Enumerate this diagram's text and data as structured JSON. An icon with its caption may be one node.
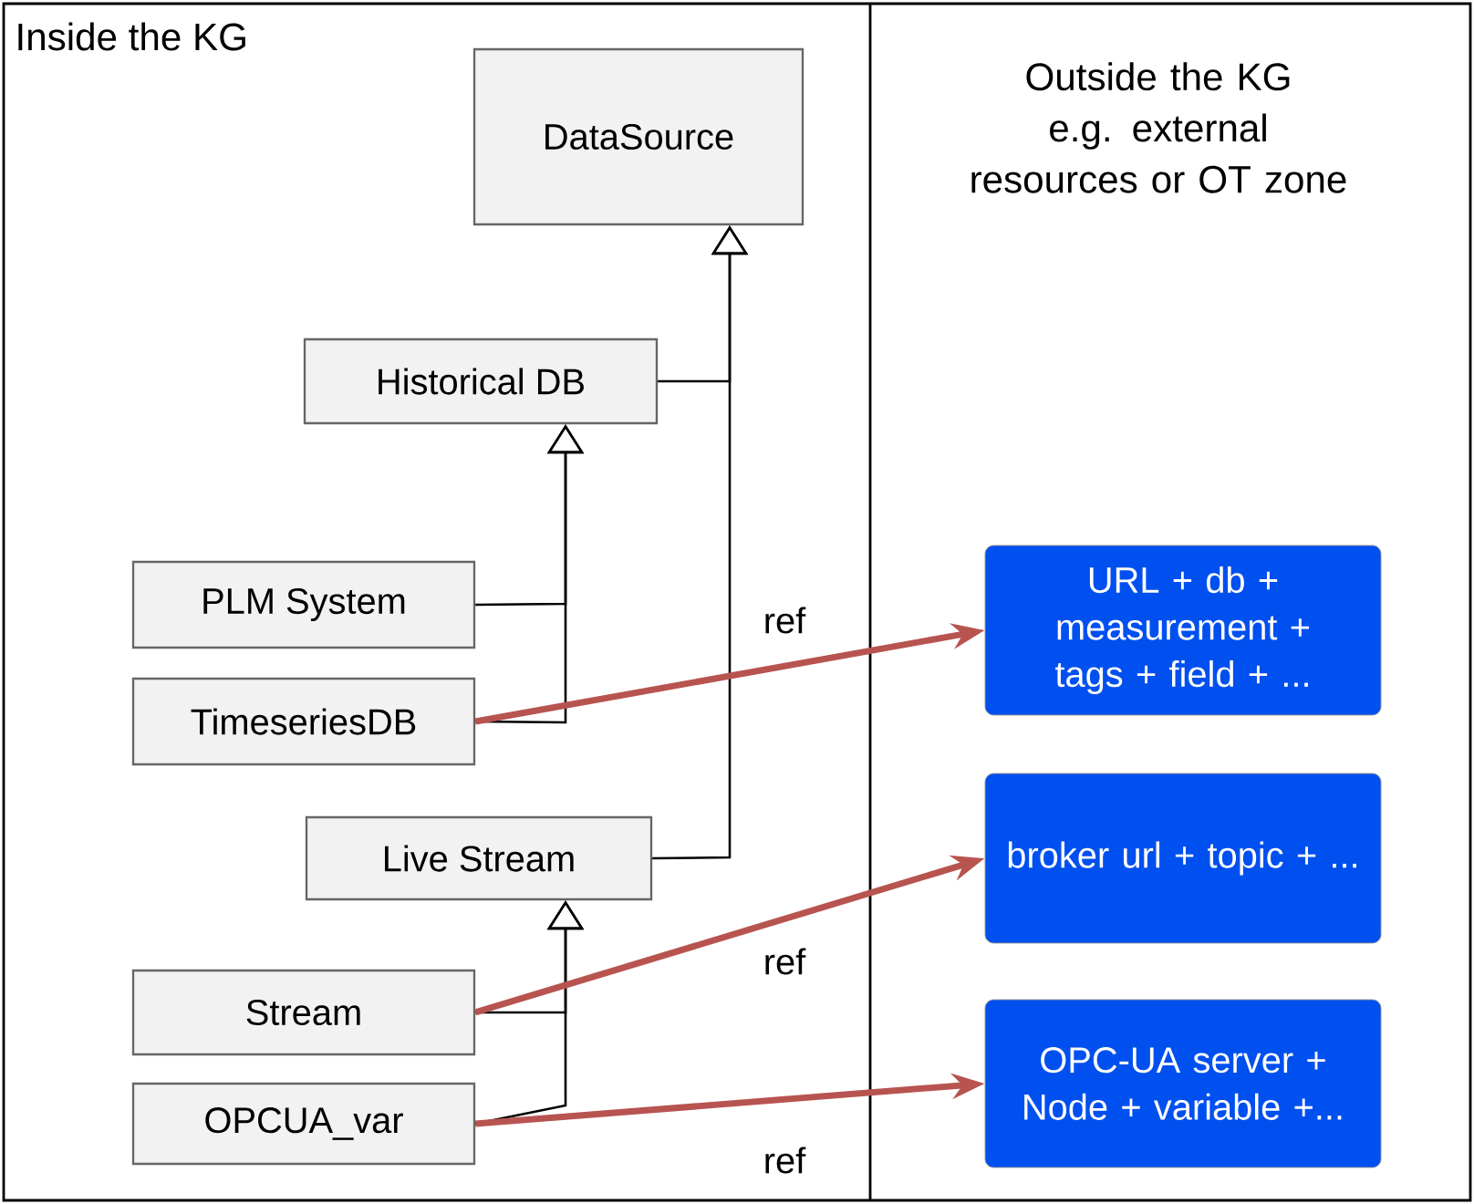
{
  "diagram": {
    "nodes": [
      {
        "text": [
          "DataSource"
        ]
      },
      {
        "text": [
          "Historical DB"
        ]
      },
      {
        "text": [
          "PLM System"
        ]
      },
      {
        "text": [
          "TimeseriesDB"
        ]
      },
      {
        "text": [
          "Live Stream"
        ]
      },
      {
        "text": [
          "Stream"
        ]
      },
      {
        "text": [
          "OPCUA_var"
        ]
      },
      {
        "text": [
          "URL + db + measurement + tags + field + ..."
        ]
      },
      {
        "text": [
          "broker url + topic + ..."
        ]
      },
      {
        "text": [
          "OPC-UA server + Node + variable +..."
        ]
      }
    ],
    "edges": [
      {
        "from": 1,
        "to": 0,
        "arrow": "to"
      },
      {
        "from": 4,
        "to": 0,
        "arrow": "to"
      },
      {
        "from": 2,
        "to": 1,
        "arrow": "to"
      },
      {
        "from": 3,
        "to": 1,
        "arrow": "to"
      },
      {
        "from": 5,
        "to": 4,
        "arrow": "to"
      },
      {
        "from": 6,
        "to": 4,
        "arrow": "to"
      },
      {
        "from": 3,
        "to": 7,
        "arrow": "to",
        "label": "ref",
        "style": "thick",
        "color": "#b85450"
      },
      {
        "from": 5,
        "to": 8,
        "arrow": "to",
        "label": "ref",
        "style": "thick",
        "color": "#b85450"
      },
      {
        "from": 6,
        "to": 9,
        "arrow": "to",
        "label": "ref",
        "style": "thick",
        "color": "#b85450"
      }
    ],
    "labels": [
      "Inside the KG",
      "Outside the KG e.g. external resources or OT zone"
    ]
  }
}
